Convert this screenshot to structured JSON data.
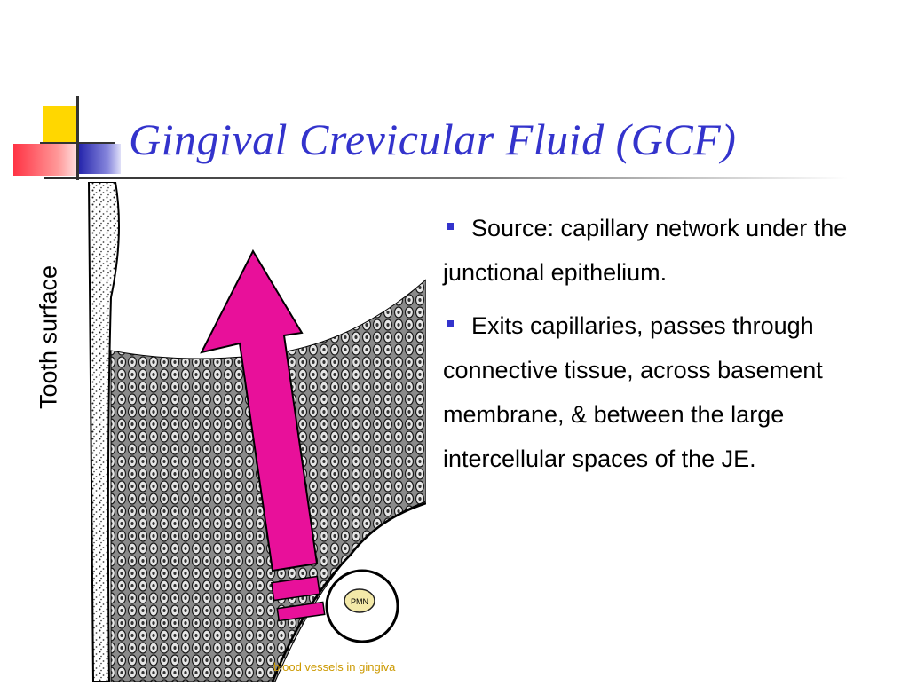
{
  "colors": {
    "title": "#3333CC",
    "bullet": "#3333CC",
    "arrow": "#E8109A",
    "caption": "#CC9900",
    "deco_yellow": "#FFD700",
    "deco_blue": "#2222AA",
    "deco_red": "#FF4455"
  },
  "slide": {
    "title": "Gingival Crevicular Fluid (GCF)",
    "bullets": [
      {
        "text": "Source: capillary network under the junctional epithelium."
      },
      {
        "text": "Exits capillaries, passes through connective tissue, across basement membrane, & between the large intercellular spaces of the JE."
      }
    ]
  },
  "figure": {
    "side_label": "Tooth surface",
    "cell_label": "PMN",
    "caption": "blood vessels in gingiva",
    "arrow_icon": "upward-arrow-icon"
  }
}
